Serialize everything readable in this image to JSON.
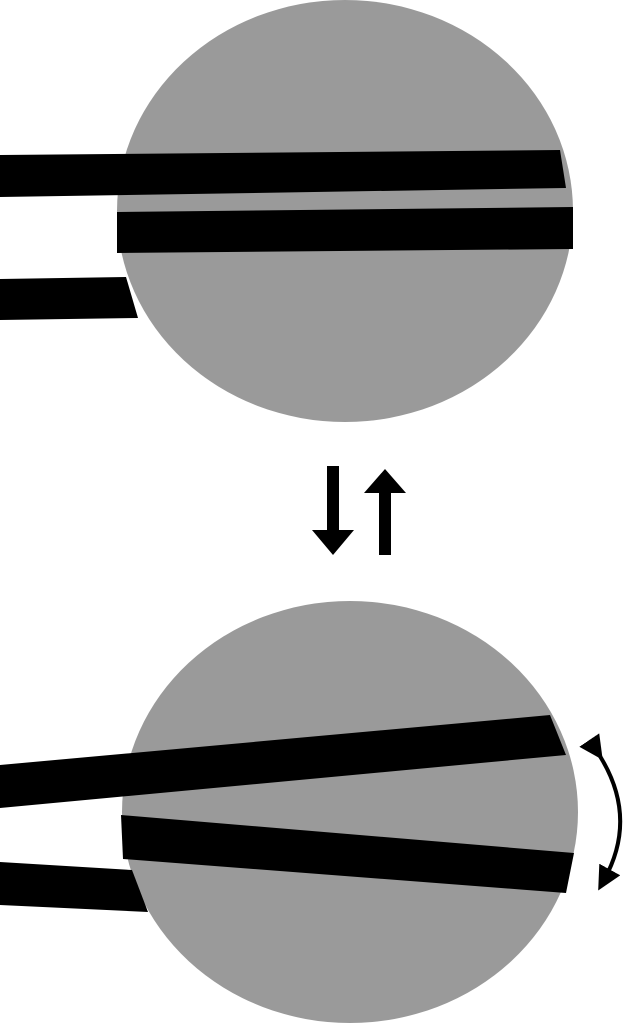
{
  "colors": {
    "disc": "#9a9a9a",
    "bar": "#000000",
    "arrow": "#000000",
    "background": "#ffffff"
  },
  "panels": [
    {
      "state": "parallel",
      "bars": 3
    },
    {
      "state": "angled",
      "bars": 3,
      "rotation_indicator": "curved-double-arrow-icon"
    }
  ],
  "transition_icon": "up-down-arrows-icon"
}
